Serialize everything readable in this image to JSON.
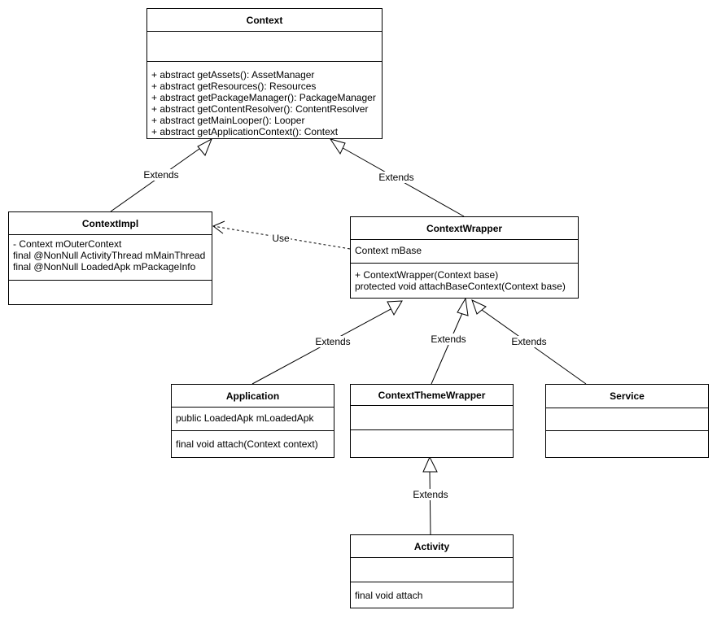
{
  "classes": {
    "context": {
      "name": "Context",
      "attributes": [],
      "methods": [
        "+ abstract getAssets(): AssetManager",
        "+ abstract getResources(): Resources",
        "+ abstract getPackageManager(): PackageManager",
        "+ abstract getContentResolver(): ContentResolver",
        "+ abstract getMainLooper(): Looper",
        "+ abstract getApplicationContext(): Context"
      ]
    },
    "context_impl": {
      "name": "ContextImpl",
      "attributes": [
        "- Context mOuterContext",
        "final @NonNull ActivityThread mMainThread",
        "final @NonNull LoadedApk mPackageInfo"
      ],
      "methods": []
    },
    "context_wrapper": {
      "name": "ContextWrapper",
      "attributes": [
        "Context mBase"
      ],
      "methods": [
        "+ ContextWrapper(Context base)",
        "protected void attachBaseContext(Context base)"
      ]
    },
    "application": {
      "name": "Application",
      "attributes": [
        "public LoadedApk mLoadedApk"
      ],
      "methods": [
        "final void attach(Context context)"
      ]
    },
    "context_theme_wrapper": {
      "name": "ContextThemeWrapper",
      "attributes": [],
      "methods": []
    },
    "service": {
      "name": "Service",
      "attributes": [],
      "methods": []
    },
    "activity": {
      "name": "Activity",
      "attributes": [],
      "methods": [
        "final void attach"
      ]
    }
  },
  "relations": {
    "impl_extends_context": "Extends",
    "wrapper_extends_context": "Extends",
    "wrapper_uses_impl": "Use",
    "application_extends_wrapper": "Extends",
    "theme_wrapper_extends_wrapper": "Extends",
    "service_extends_wrapper": "Extends",
    "activity_extends_theme_wrapper": "Extends"
  }
}
